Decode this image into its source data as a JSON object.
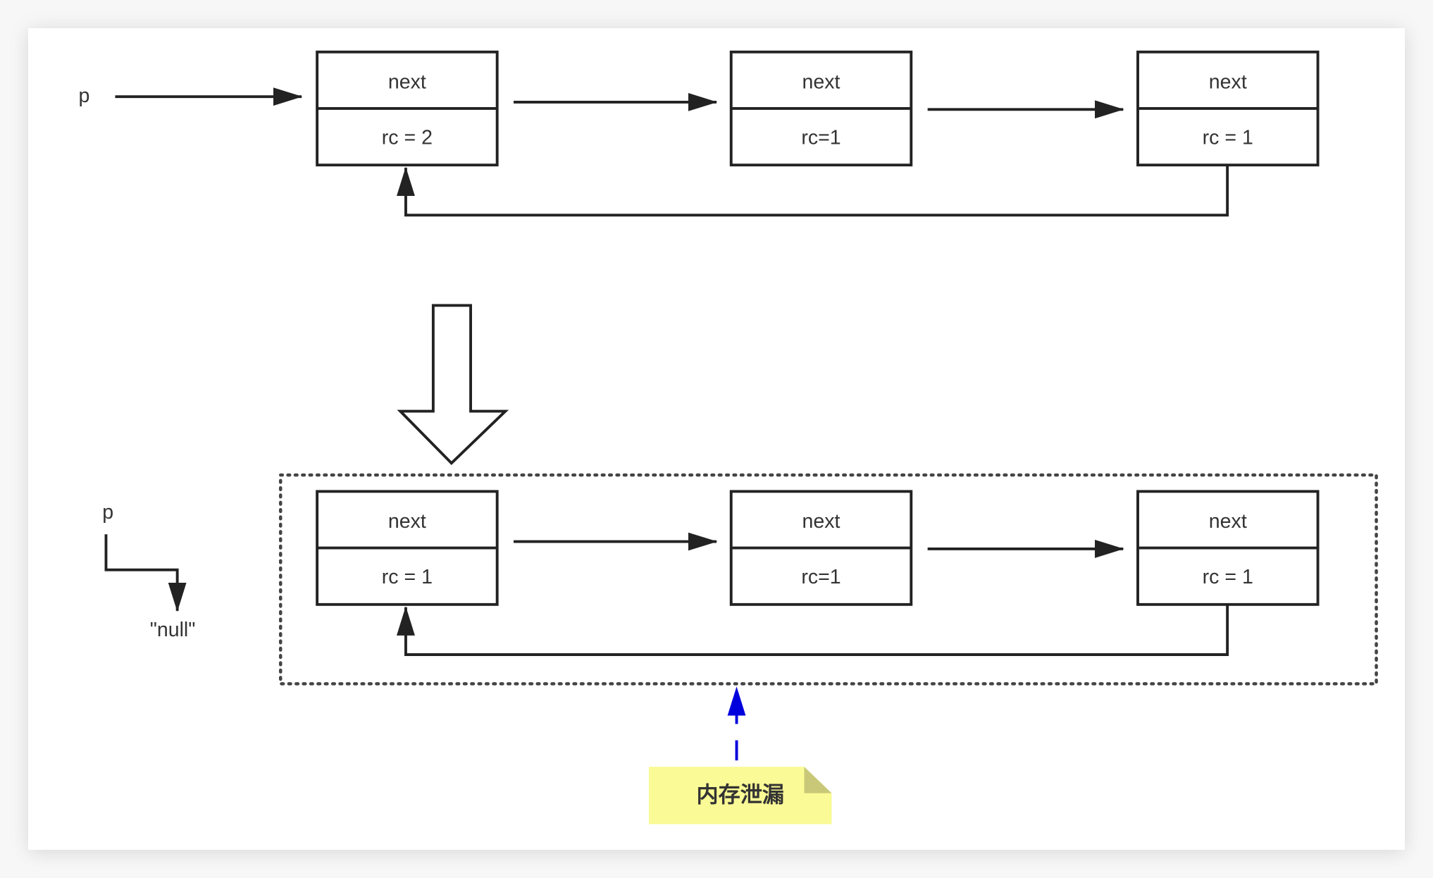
{
  "diagram": {
    "title": "Reference counting circular reference memory leak",
    "before": {
      "pointer_label": "p",
      "nodes": [
        {
          "field": "next",
          "value": "rc = 2"
        },
        {
          "field": "next",
          "value": "rc=1"
        },
        {
          "field": "next",
          "value": "rc = 1"
        }
      ]
    },
    "after": {
      "pointer_label": "p",
      "null_label": "\"null\"",
      "nodes": [
        {
          "field": "next",
          "value": "rc = 1"
        },
        {
          "field": "next",
          "value": "rc=1"
        },
        {
          "field": "next",
          "value": "rc = 1"
        }
      ]
    },
    "note": {
      "text": "内存泄漏"
    },
    "colors": {
      "stroke": "#222222",
      "note_fill": "#fafa96",
      "note_fold": "#c8c878",
      "leak_arrow": "#0000dd",
      "dotted_border": "#444444"
    }
  }
}
